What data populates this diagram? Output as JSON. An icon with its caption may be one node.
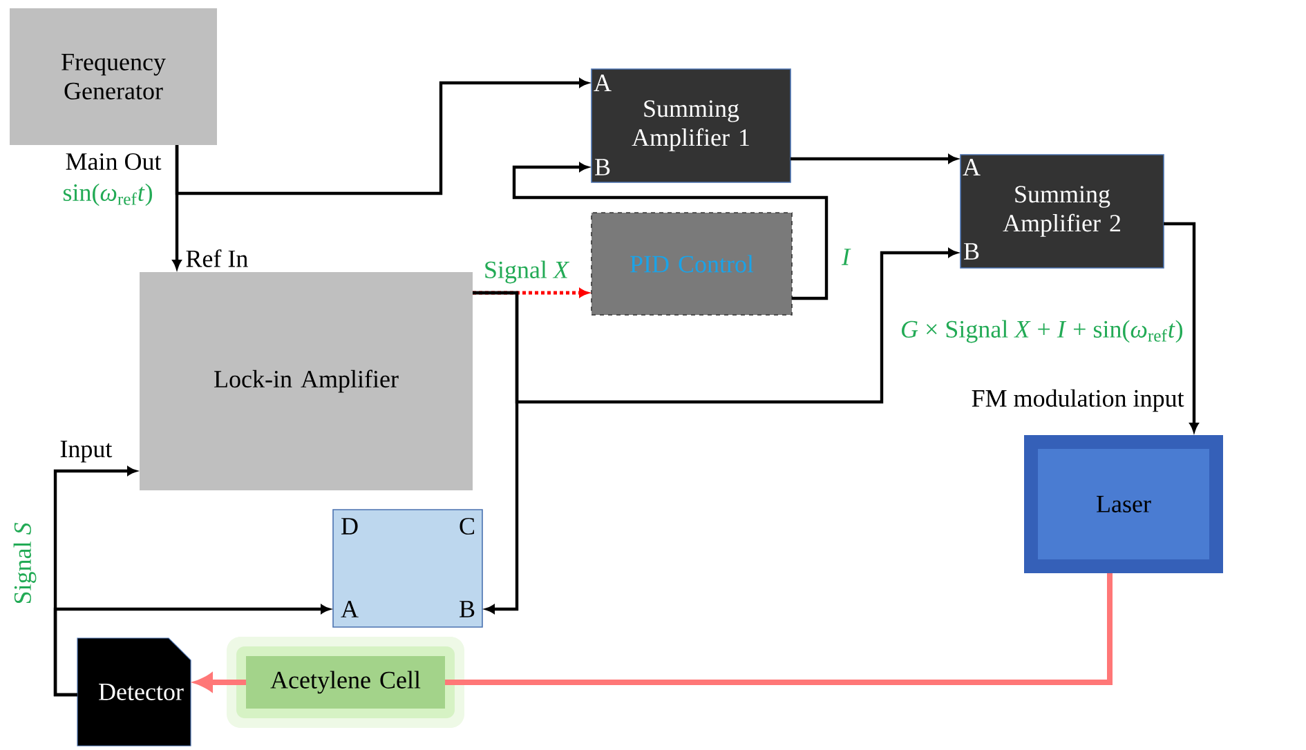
{
  "diagram": {
    "nodes": [
      {
        "text": [
          "Frequency Generator"
        ],
        "beside": [
          "Main Out"
        ]
      },
      {
        "text": [
          "Lock-in Amplifier"
        ],
        "beside": [
          "Ref In",
          "Input"
        ]
      },
      {
        "text": [
          "A",
          "Summing Amplifier 1",
          "B"
        ]
      },
      {
        "text": [
          "PID Control"
        ]
      },
      {
        "text": [
          "A",
          "Summing Amplifier 2",
          "B"
        ]
      },
      {
        "text": [
          "D",
          "C",
          "A",
          "B"
        ]
      },
      {
        "text": [
          "Laser"
        ],
        "beside": [
          "FM modulation input"
        ]
      },
      {
        "text": [
          "Acetylene Cell"
        ]
      },
      {
        "text": [
          "Detector"
        ]
      }
    ],
    "edges": [
      {
        "from": 0,
        "to": 2,
        "arrow": "to"
      },
      {
        "from": 0,
        "to": 1,
        "arrow": "to"
      },
      {
        "from": 1,
        "to": 3,
        "arrow": "to",
        "label": "Signal *X*",
        "style": "dashed",
        "color": "#ff0000"
      },
      {
        "from": 1,
        "to": 5,
        "arrow": "to"
      },
      {
        "from": 1,
        "to": 4,
        "arrow": "to"
      },
      {
        "from": 3,
        "to": 2,
        "arrow": "to",
        "label": "I"
      },
      {
        "from": 2,
        "to": 4,
        "arrow": "to"
      },
      {
        "from": 4,
        "to": 6,
        "arrow": "to",
        "label": "*G* × Signal *X* + *I* + sin(*ω*$_{ref}$*t*)"
      },
      {
        "from": 6,
        "to": 7,
        "arrow": "none",
        "style": "thick",
        "color": "#ff7777"
      },
      {
        "from": 7,
        "to": 8,
        "arrow": "to",
        "style": "thick",
        "color": "#ff7777"
      },
      {
        "from": 8,
        "to": 1,
        "arrow": "to",
        "label": "Signal *S*"
      },
      {
        "from": 8,
        "to": 5,
        "arrow": "to"
      }
    ],
    "labels": [
      "sin(*ω*$_{ref}$*t*)"
    ]
  }
}
